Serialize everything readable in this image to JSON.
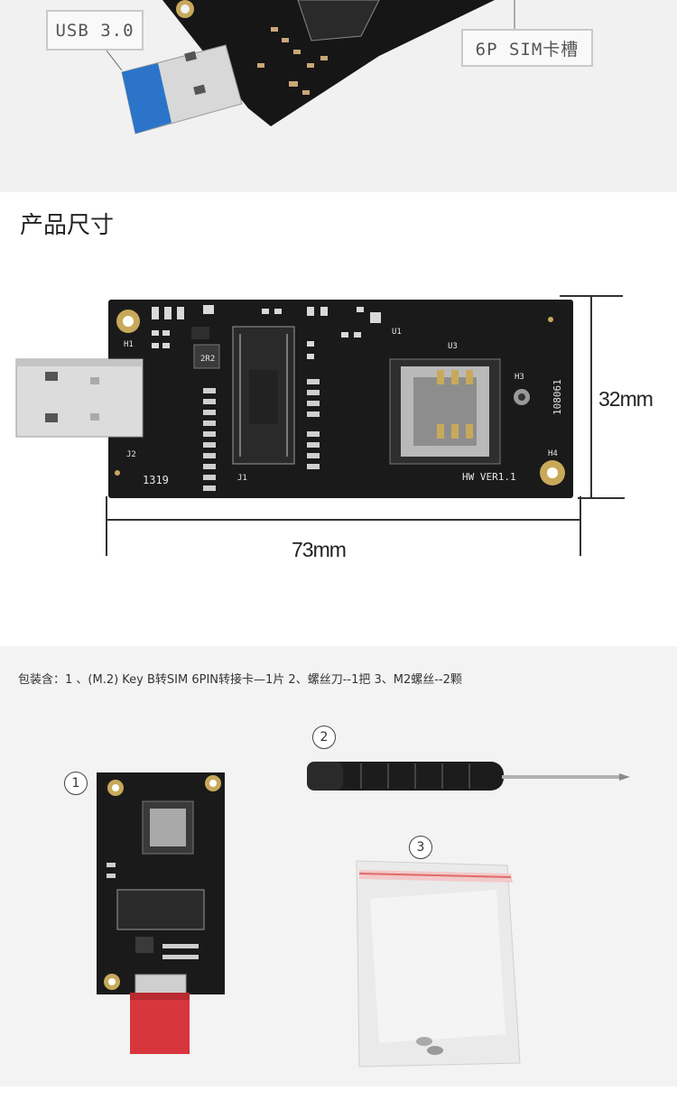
{
  "callouts": {
    "usb": "USB 3.0",
    "sim": "6P SIM卡槽"
  },
  "section": {
    "title": "产品尺寸"
  },
  "dimensions": {
    "height": "32mm",
    "width": "73mm"
  },
  "board_silkscreen": {
    "version": "HW VER1.1",
    "code": "108061",
    "mark_u3": "U3",
    "mark_h3": "H3",
    "mark_h4": "H4",
    "mark_h1": "H1",
    "mark_j2": "J2",
    "mark_j1": "J1",
    "mark_u1": "U1",
    "stamp": "1319",
    "inductor": "2R2"
  },
  "package": {
    "contents": "包装含：1 、(M.2) Key B转SIM 6PIN转接卡—1片  2、螺丝刀--1把  3、M2螺丝--2颗",
    "item1": "1",
    "item2": "2",
    "item3": "3"
  },
  "colors": {
    "band": "#f1f1f1",
    "board": "#1a1a1a",
    "gold": "#c8a95a",
    "usb_blue": "#2b74c9",
    "red_cap": "#d8363d"
  }
}
